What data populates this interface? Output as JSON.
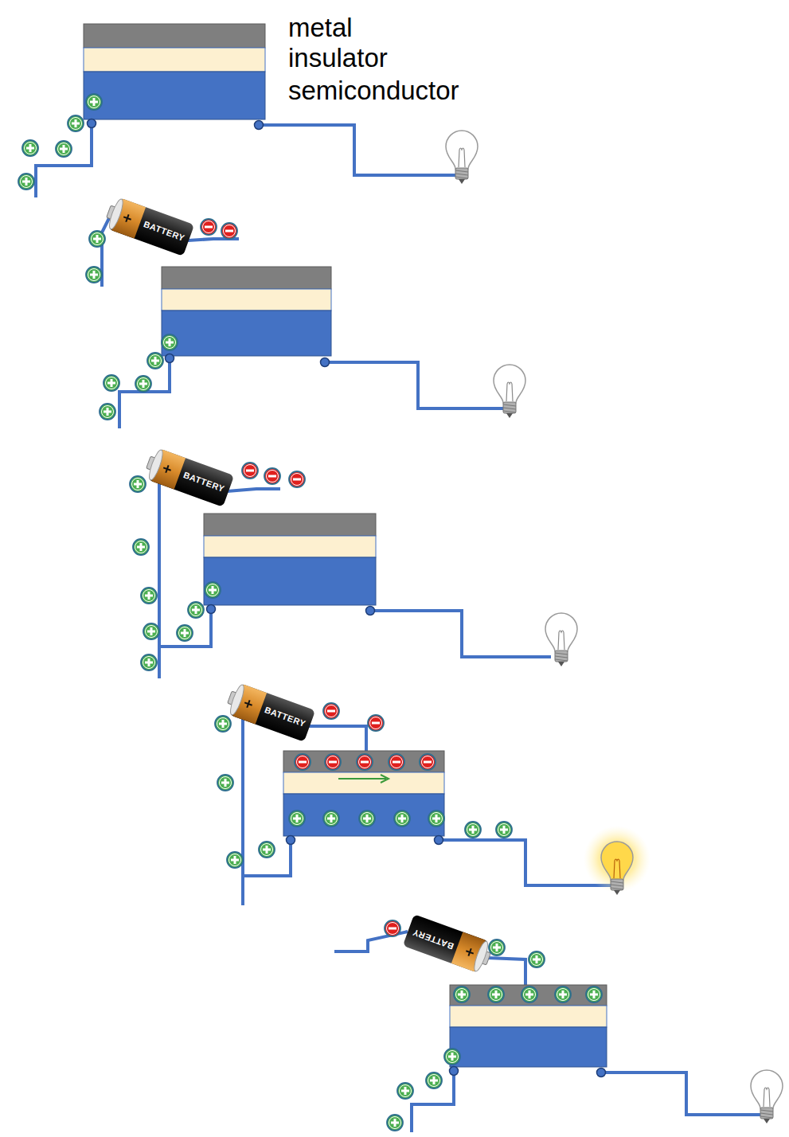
{
  "diagram": {
    "labels": [
      "metal",
      "insulator",
      "semiconductor",
      "BATTERY",
      "BATTERY",
      "BATTERY",
      "BATTERY"
    ]
  }
}
